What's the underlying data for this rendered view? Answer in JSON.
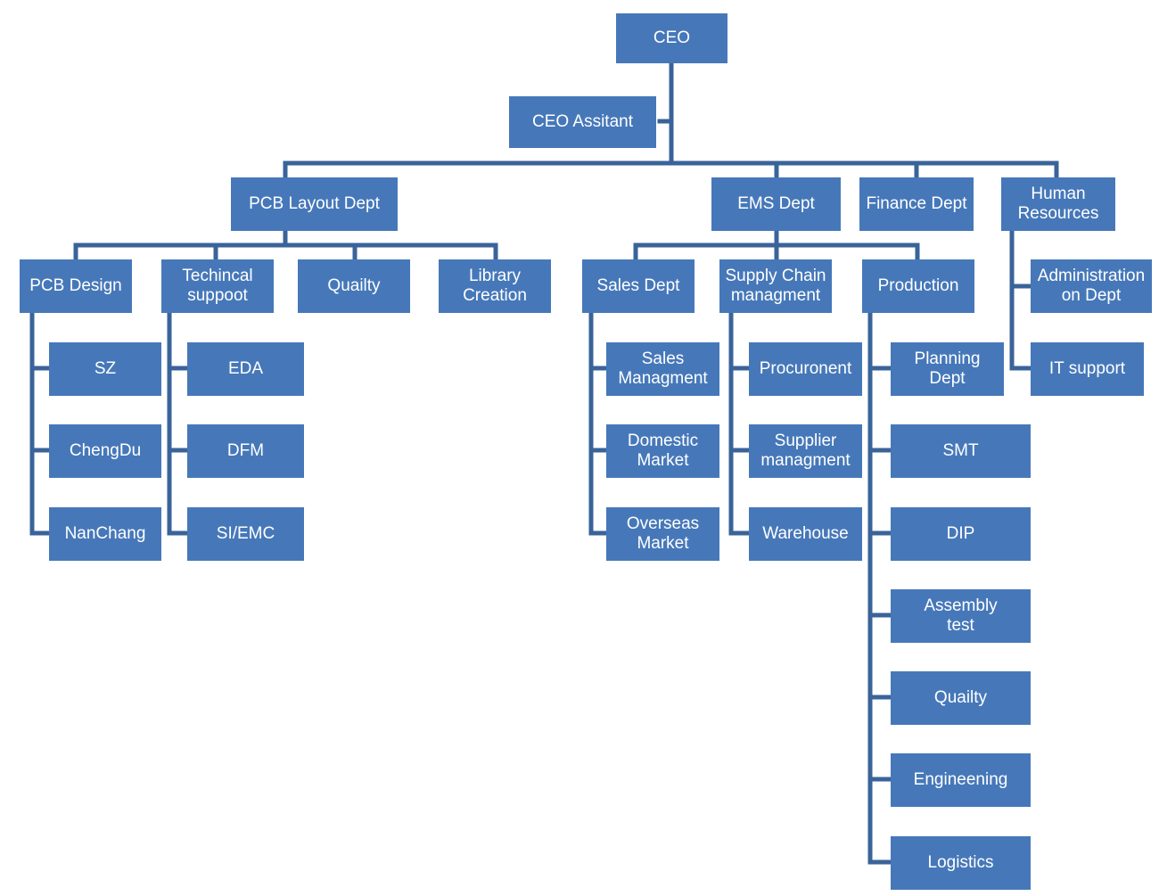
{
  "org_chart": {
    "ceo": "CEO",
    "ceo_assistant": "CEO Assitant",
    "pcb_layout": {
      "title": "PCB Layout Dept",
      "pcb_design": {
        "title": "PCB Design",
        "items": [
          "SZ",
          "ChengDu",
          "NanChang"
        ]
      },
      "technical_support": {
        "title": "Techincal\nsuppoot",
        "items": [
          "EDA",
          "DFM",
          "SI/EMC"
        ]
      },
      "quality": "Quailty",
      "library_creation": "Library\nCreation"
    },
    "ems": {
      "title": "EMS Dept",
      "sales": {
        "title": "Sales Dept",
        "items": [
          "Sales\nManagment",
          "Domestic\nMarket",
          "Overseas\nMarket"
        ]
      },
      "supply_chain": {
        "title": "Supply Chain\nmanagment",
        "items": [
          "Procuronent",
          "Supplier\nmanagment",
          "Warehouse"
        ]
      },
      "production": {
        "title": "Production",
        "items": [
          "Planning\nDept",
          "SMT",
          "DIP",
          "Assembly\ntest",
          "Quailty",
          "Engineening",
          "Logistics"
        ]
      }
    },
    "finance": "Finance Dept",
    "hr": {
      "title": "Human\nResources",
      "items": [
        "Administration\non Dept",
        "IT support"
      ]
    }
  }
}
